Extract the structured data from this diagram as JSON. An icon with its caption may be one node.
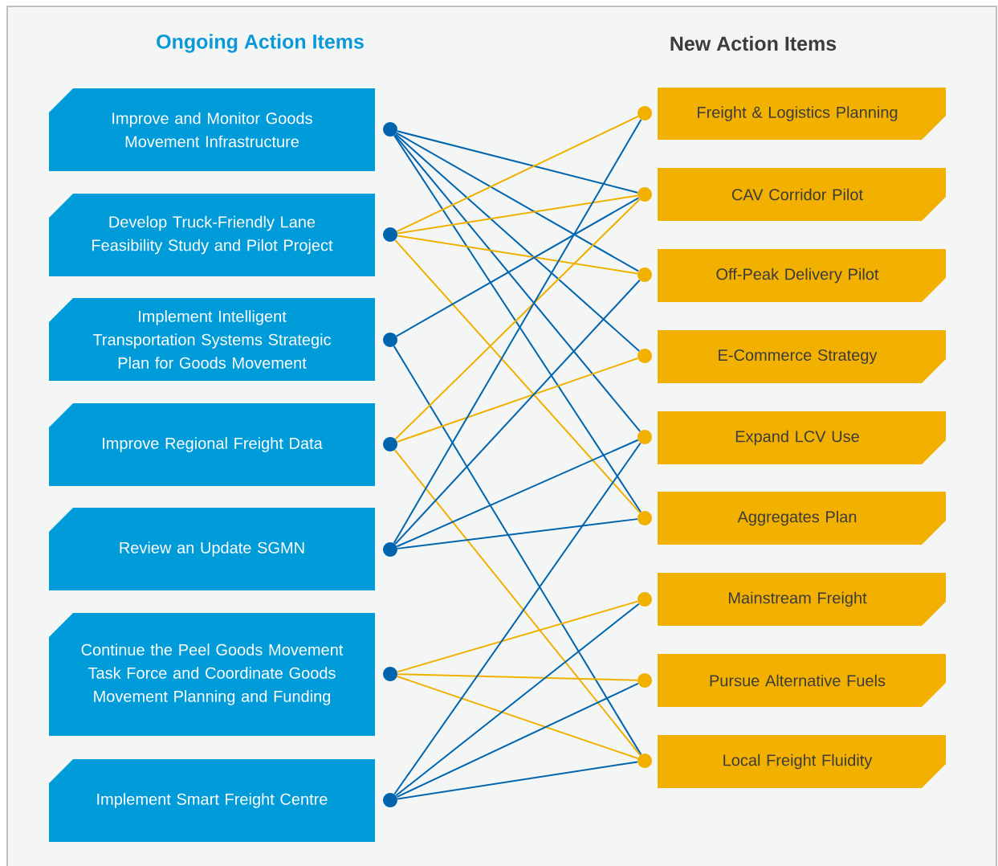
{
  "diagram": {
    "nodes": [
      {
        "text": [
          "Improve and Monitor Goods Movement Infrastructure"
        ]
      },
      {
        "text": [
          "Develop Truck-Friendly Lane Feasibility Study and Pilot Project"
        ]
      },
      {
        "text": [
          "Implement Intelligent Transportation Systems Strategic Plan for Goods Movement"
        ]
      },
      {
        "text": [
          "Improve Regional Freight Data"
        ]
      },
      {
        "text": [
          "Review an Update SGMN"
        ]
      },
      {
        "text": [
          "Continue the Peel Goods Movement Task Force and Coordinate Goods Movement Planning and Funding"
        ]
      },
      {
        "text": [
          "Implement Smart Freight Centre"
        ]
      },
      {
        "text": [
          "Freight & Logistics Planning"
        ]
      },
      {
        "text": [
          "CAV Corridor Pilot"
        ]
      },
      {
        "text": [
          "Off-Peak Delivery Pilot"
        ]
      },
      {
        "text": [
          "E-Commerce Strategy"
        ]
      },
      {
        "text": [
          "Expand LCV Use"
        ]
      },
      {
        "text": [
          "Aggregates Plan"
        ]
      },
      {
        "text": [
          "Mainstream Freight"
        ]
      },
      {
        "text": [
          "Pursue Alternative Fuels"
        ]
      },
      {
        "text": [
          "Local Freight Fluidity"
        ]
      },
      {
        "text": [],
        "shape": "circle"
      },
      {
        "text": [],
        "shape": "circle"
      },
      {
        "text": [],
        "shape": "circle"
      },
      {
        "text": [],
        "shape": "circle"
      },
      {
        "text": [],
        "shape": "circle"
      },
      {
        "text": [],
        "shape": "circle"
      },
      {
        "text": [],
        "shape": "circle"
      },
      {
        "text": [],
        "shape": "circle"
      },
      {
        "text": [],
        "shape": "circle"
      },
      {
        "text": [],
        "shape": "circle"
      },
      {
        "text": [],
        "shape": "circle"
      },
      {
        "text": [],
        "shape": "circle"
      },
      {
        "text": [],
        "shape": "circle"
      },
      {
        "text": [],
        "shape": "circle"
      },
      {
        "text": [],
        "shape": "circle"
      },
      {
        "text": [],
        "shape": "circle"
      }
    ],
    "edges": [
      {
        "from": 16,
        "to": 24,
        "arrow": "none"
      },
      {
        "from": 16,
        "to": 25,
        "arrow": "none"
      },
      {
        "from": 16,
        "to": 26,
        "arrow": "none"
      },
      {
        "from": 16,
        "to": 27,
        "arrow": "none"
      },
      {
        "from": 16,
        "to": 28,
        "arrow": "none"
      },
      {
        "from": 17,
        "to": 23,
        "arrow": "none",
        "color": "#f0b000"
      },
      {
        "from": 17,
        "to": 24,
        "arrow": "none",
        "color": "#f0b000"
      },
      {
        "from": 17,
        "to": 25,
        "arrow": "none",
        "color": "#f0b000"
      },
      {
        "from": 17,
        "to": 28,
        "arrow": "none",
        "color": "#f0b000"
      },
      {
        "from": 18,
        "to": 24,
        "arrow": "none"
      },
      {
        "from": 18,
        "to": 31,
        "arrow": "none"
      },
      {
        "from": 19,
        "to": 24,
        "arrow": "none",
        "color": "#f0b000"
      },
      {
        "from": 19,
        "to": 26,
        "arrow": "none",
        "color": "#f0b000"
      },
      {
        "from": 19,
        "to": 31,
        "arrow": "none",
        "color": "#f0b000"
      },
      {
        "from": 20,
        "to": 23,
        "arrow": "none"
      },
      {
        "from": 20,
        "to": 25,
        "arrow": "none"
      },
      {
        "from": 20,
        "to": 27,
        "arrow": "none"
      },
      {
        "from": 20,
        "to": 28,
        "arrow": "none"
      },
      {
        "from": 21,
        "to": 29,
        "arrow": "none",
        "color": "#f0b000"
      },
      {
        "from": 21,
        "to": 30,
        "arrow": "none",
        "color": "#f0b000"
      },
      {
        "from": 21,
        "to": 31,
        "arrow": "none",
        "color": "#f0b000"
      },
      {
        "from": 22,
        "to": 27,
        "arrow": "none"
      },
      {
        "from": 22,
        "to": 29,
        "arrow": "none"
      },
      {
        "from": 22,
        "to": 30,
        "arrow": "none"
      },
      {
        "from": 22,
        "to": 31,
        "arrow": "none"
      }
    ],
    "labels": [
      "Ongoing Action Items",
      "New Action Items"
    ]
  }
}
